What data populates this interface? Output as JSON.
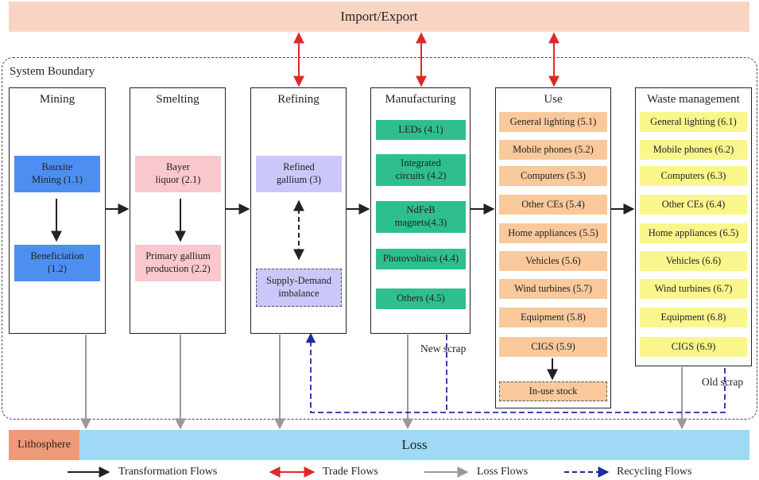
{
  "banners": {
    "import_export": "Import/Export",
    "loss": "Loss",
    "lithosphere": "Lithosphere"
  },
  "boundary_label": "System Boundary",
  "columns": {
    "mining": {
      "title": "Mining",
      "items": [
        "Bauxite\nMining (1.1)",
        "Beneficiation\n(1.2)"
      ]
    },
    "smelting": {
      "title": "Smelting",
      "items": [
        "Bayer\nliquor (2.1)",
        "Primary gallium\nproduction (2.2)"
      ]
    },
    "refining": {
      "title": "Refining",
      "items": [
        "Refined\ngallium (3)",
        "Supply-Demand\nimbalance"
      ]
    },
    "manufacturing": {
      "title": "Manufacturing",
      "items": [
        "LEDs (4.1)",
        "Integrated\ncircuits (4.2)",
        "NdFeB\nmagnets(4.3)",
        "Photovoltaics (4.4)",
        "Others (4.5)"
      ]
    },
    "use": {
      "title": "Use",
      "items": [
        "General lighting (5.1)",
        "Mobile phones (5.2)",
        "Computers (5.3)",
        "Other CEs (5.4)",
        "Home appliances (5.5)",
        "Vehicles (5.6)",
        "Wind turbines (5.7)",
        "Equipment (5.8)",
        "CIGS (5.9)"
      ],
      "stock": "In-use stock"
    },
    "waste": {
      "title": "Waste management",
      "items": [
        "General lighting (6.1)",
        "Mobile phones (6.2)",
        "Computers (6.3)",
        "Other CEs (6.4)",
        "Home appliances (6.5)",
        "Vehicles (6.6)",
        "Wind turbines (6.7)",
        "Equipment (6.8)",
        "CIGS (6.9)"
      ]
    }
  },
  "labels": {
    "new_scrap": "New scrap",
    "old_scrap": "Old scrap"
  },
  "legend": {
    "transformation": "Transformation Flows",
    "trade": "Trade Flows",
    "loss": "Loss Flows",
    "recycling": "Recycling Flows"
  },
  "colors": {
    "transformation": "#222222",
    "trade": "#e02828",
    "loss": "#999999",
    "recycling": "#1f2b9e"
  }
}
